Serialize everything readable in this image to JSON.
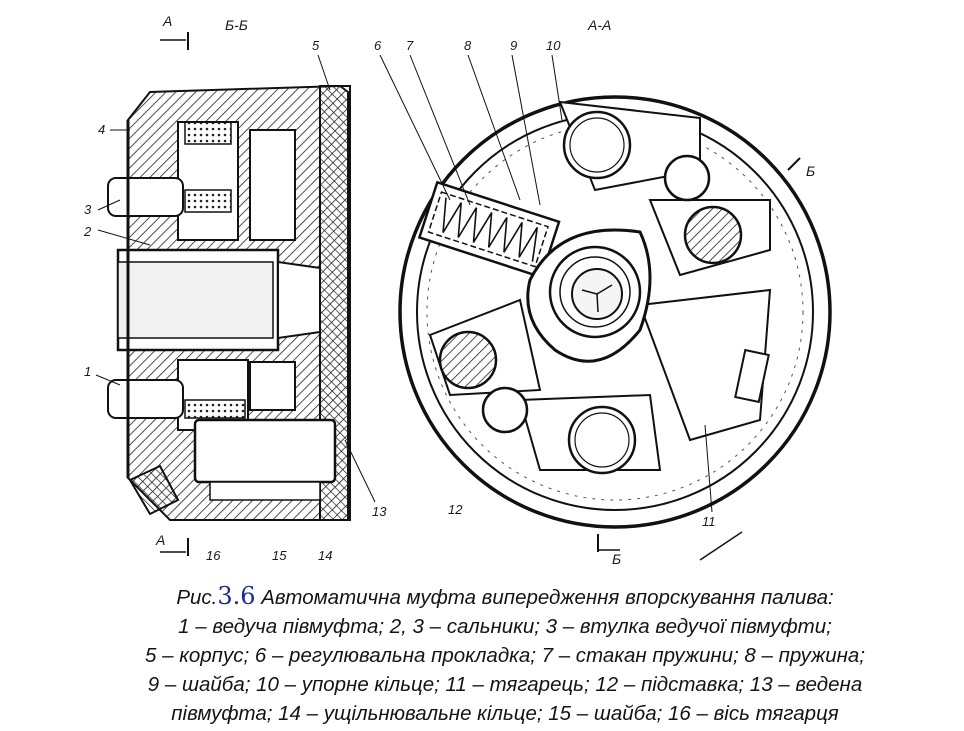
{
  "section_labels": {
    "left_cut": "Б-Б",
    "right_cut": "А-А",
    "arrow_a": "А",
    "arrow_b": "Б"
  },
  "part_numbers": [
    "1",
    "2",
    "3",
    "4",
    "5",
    "6",
    "7",
    "8",
    "9",
    "10",
    "11",
    "12",
    "13",
    "14",
    "15",
    "16"
  ],
  "caption": {
    "prefix": "Рис.",
    "number": "3.6",
    "line1": " Автоматична муфта випередження впорскування палива:",
    "line2": "1 – ведуча півмуфта; 2, 3 – сальники; 3 – втулка ведучої півмуфти;",
    "line3": "5 – корпус; 6 – регулювальна прокладка; 7 – стакан пружини; 8 – пружина;",
    "line4": "9 – шайба; 10 – упорне кільце; 11 – тягарець; 12 – підставка; 13 – ведена",
    "line5": "півмуфта; 14 – ущільнювальне кільце; 15 – шайба; 16 – вісь тягарця"
  }
}
